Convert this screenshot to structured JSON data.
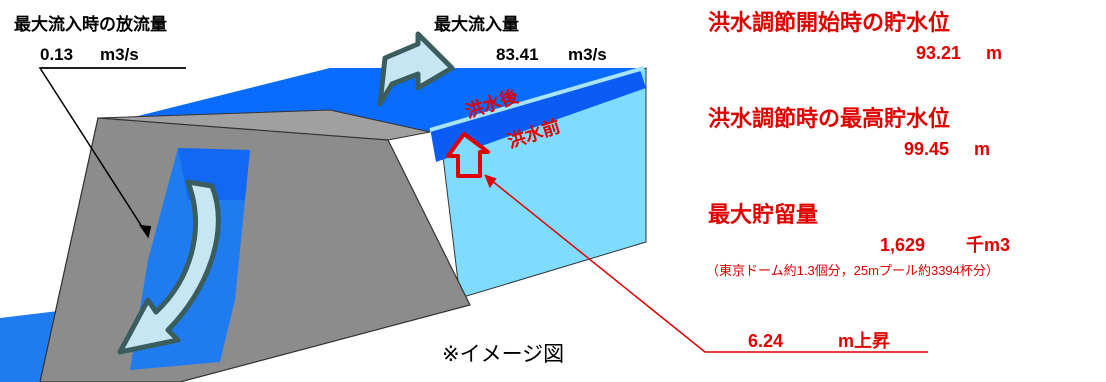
{
  "inflow_max_discharge": {
    "title": "最大流入時の放流量",
    "value": "0.13",
    "unit": "m3/s"
  },
  "max_inflow": {
    "title": "最大流入量",
    "value": "83.41",
    "unit": "m3/s"
  },
  "water_labels": {
    "after": "洪水後",
    "before": "洪水前"
  },
  "start_level": {
    "title": "洪水調節開始時の貯水位",
    "value": "93.21",
    "unit": "m"
  },
  "max_level": {
    "title": "洪水調節時の最高貯水位",
    "value": "99.45",
    "unit": "m"
  },
  "max_storage": {
    "title": "最大貯留量",
    "value": "1,629",
    "unit": "千m3",
    "note": "（東京ドーム約1.3個分，25mプール約3394杯分）"
  },
  "rise": {
    "value": "6.24",
    "unit": "m上昇"
  },
  "image_note": "※イメージ図",
  "colors": {
    "water_top": "#0a6cff",
    "water_side": "#7fdcff",
    "water_band": "#0a5cf5",
    "dam": "#8c8c8c",
    "arrow_fill": "#c6e6f3",
    "arrow_stroke": "#3a5e5e",
    "accent_red": "#e00000"
  }
}
